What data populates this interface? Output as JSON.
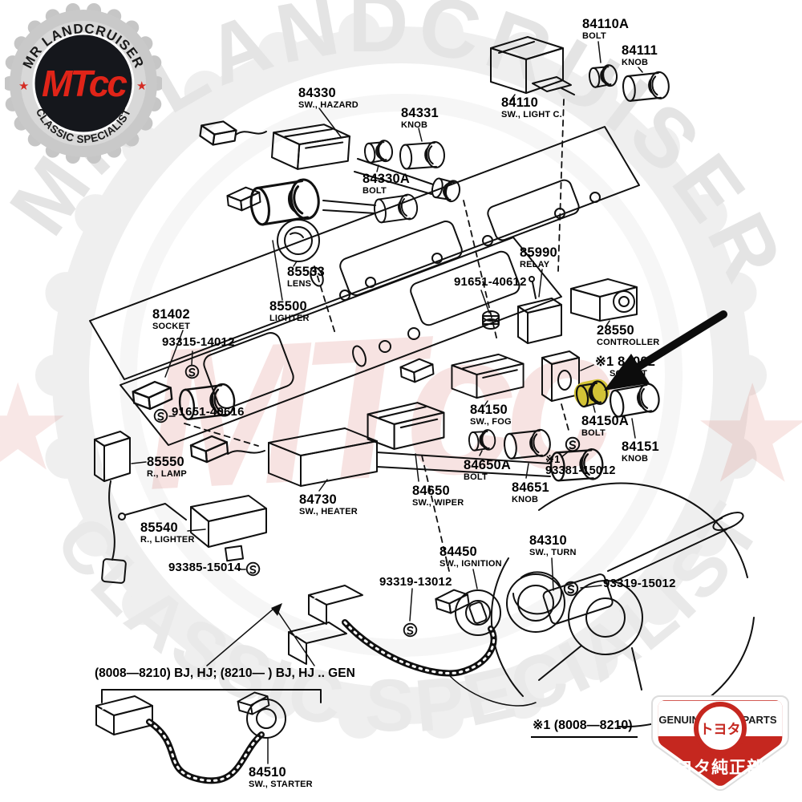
{
  "watermark": {
    "top_text": "MR LANDCRUISER",
    "bottom_text": "CLASSIC SPECIALIST",
    "monogram": "MTcc",
    "star": "★"
  },
  "logo": {
    "top_text": "MR LANDCRUISER",
    "bottom_text": "CLASSIC SPECIALIST",
    "monogram": "MTcc",
    "star_left": "★",
    "star_right": "★"
  },
  "toyota_badge": {
    "left_text": "GENUINE",
    "right_text": "PARTS",
    "emblem_text": "トヨタ",
    "jp_text": "トヨタ純正部品"
  },
  "notes": {
    "variant": "(8008—8210) BJ, HJ; (8210—        ) BJ, HJ .. GEN",
    "footnote": "※1 (8008—8210)"
  },
  "parts": [
    {
      "number": "84110A",
      "name": "BOLT"
    },
    {
      "number": "84111",
      "name": "KNOB"
    },
    {
      "number": "84110",
      "name": "SW., LIGHT C."
    },
    {
      "number": "84330",
      "name": "SW., HAZARD"
    },
    {
      "number": "84331",
      "name": "KNOB"
    },
    {
      "number": "84330A",
      "name": "BOLT"
    },
    {
      "number": "85533",
      "name": "LENS"
    },
    {
      "number": "85500",
      "name": "LIGHTER"
    },
    {
      "number": "91651-40612",
      "name": ""
    },
    {
      "number": "85990",
      "name": "RELAY"
    },
    {
      "number": "28550",
      "name": "CONTROLLER"
    },
    {
      "number": "※1 84002",
      "name": "SOCKET"
    },
    {
      "number": "81402",
      "name": "SOCKET"
    },
    {
      "number": "93315-14012",
      "name": ""
    },
    {
      "number": "91651-40616",
      "name": ""
    },
    {
      "number": "85550",
      "name": "R., LAMP"
    },
    {
      "number": "84150",
      "name": "SW., FOG"
    },
    {
      "number": "84150A",
      "name": "BOLT"
    },
    {
      "number": "84151",
      "name": "KNOB"
    },
    {
      "number": "84650A",
      "name": "BOLT"
    },
    {
      "number": "※1",
      "name": "93381-15012"
    },
    {
      "number": "84651",
      "name": "KNOB"
    },
    {
      "number": "84650",
      "name": "SW., WIPER"
    },
    {
      "number": "84730",
      "name": "SW., HEATER"
    },
    {
      "number": "85540",
      "name": "R., LIGHTER"
    },
    {
      "number": "93385-15014",
      "name": ""
    },
    {
      "number": "84450",
      "name": "SW., IGNITION"
    },
    {
      "number": "84310",
      "name": "SW., TURN"
    },
    {
      "number": "93319-13012",
      "name": ""
    },
    {
      "number": "93319-15012",
      "name": ""
    },
    {
      "number": "84510",
      "name": "SW., STARTER"
    }
  ]
}
